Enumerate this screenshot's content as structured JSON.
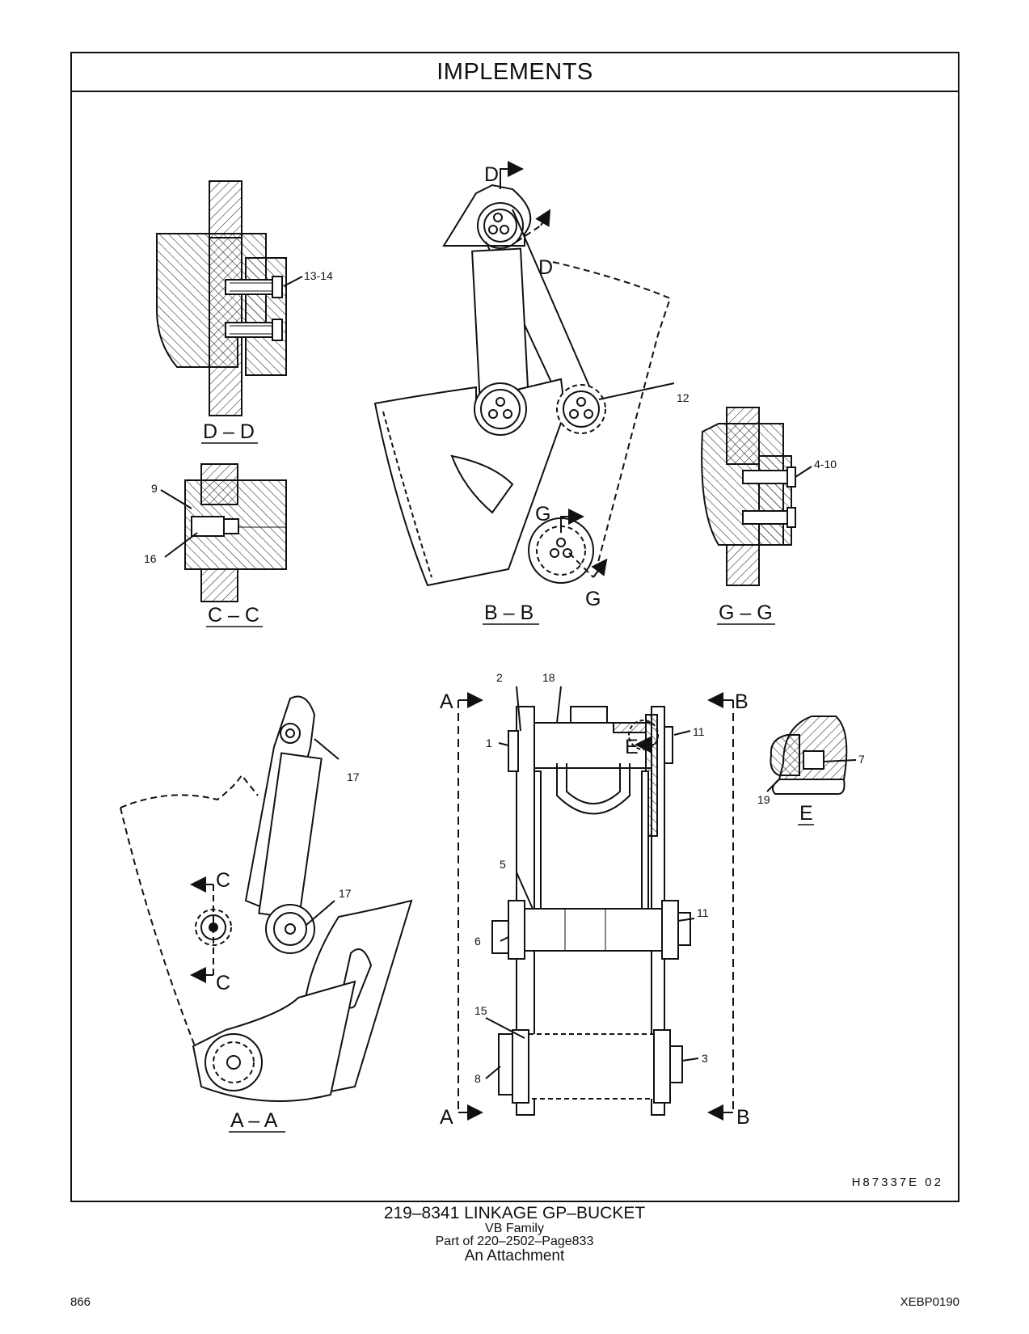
{
  "header": {
    "title": "IMPLEMENTS"
  },
  "sections": {
    "dd": "D – D",
    "cc": "C – C",
    "bb": "B – B",
    "gg": "G – G",
    "aa": "A – A",
    "e": "E"
  },
  "view_markers": {
    "a": "A",
    "b": "B",
    "c": "C",
    "d": "D",
    "e": "E",
    "g": "G"
  },
  "callouts": {
    "c1": "1",
    "c2": "2",
    "c3": "3",
    "c4_10": "4-10",
    "c5": "5",
    "c6": "6",
    "c7": "7",
    "c8": "8",
    "c9": "9",
    "c11": "11",
    "c12": "12",
    "c13_14": "13-14",
    "c15": "15",
    "c16": "16",
    "c17": "17",
    "c18": "18",
    "c19": "19"
  },
  "drawing_id": "H87337E   02",
  "footer": {
    "part_title": "219–8341   LINKAGE  GP–BUCKET",
    "family": "VB  Family",
    "part_of": "Part of 220–2502–Page833",
    "attachment": "An Attachment",
    "page_number": "866",
    "doc_code": "XEBP0190"
  }
}
